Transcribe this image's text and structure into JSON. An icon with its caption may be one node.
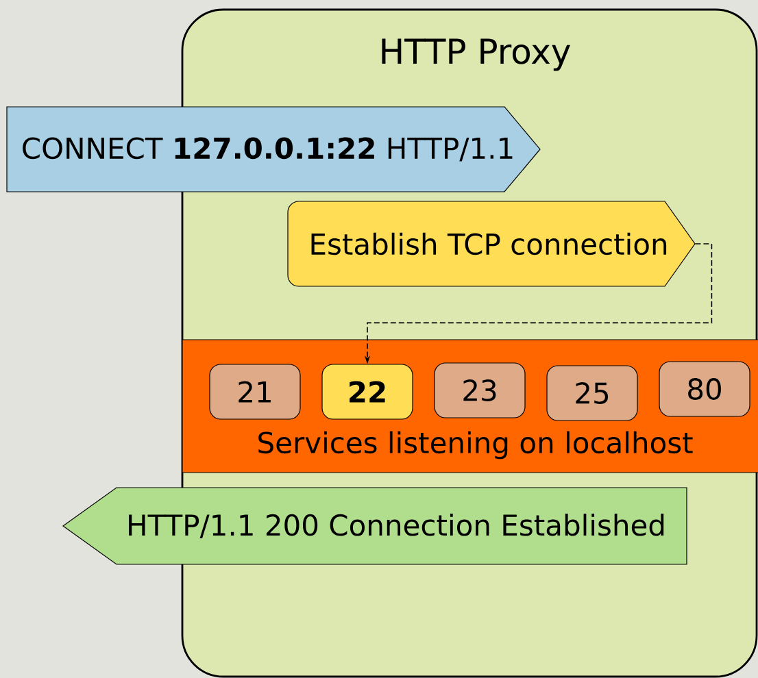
{
  "diagram": {
    "nodes": [
      {
        "text": [
          "HTTP Proxy"
        ]
      },
      {
        "text": [
          "CONNECT **127.0.0.1:22** HTTP/1.1"
        ]
      },
      {
        "text": [
          "Establish TCP connection"
        ],
        "in": 0
      },
      {
        "text": [
          "Services listening on localhost"
        ],
        "in": 0
      },
      {
        "text": [
          "21"
        ],
        "in": 3
      },
      {
        "text": [
          "22"
        ],
        "in": 3
      },
      {
        "text": [
          "23"
        ],
        "in": 3
      },
      {
        "text": [
          "25"
        ],
        "in": 3
      },
      {
        "text": [
          "80"
        ],
        "in": 3
      },
      {
        "text": [
          "HTTP/1.1 200 Connection Established"
        ]
      }
    ],
    "edges": [
      {
        "from": 2,
        "to": 5,
        "arrow": "to",
        "style": "dashed"
      }
    ]
  }
}
